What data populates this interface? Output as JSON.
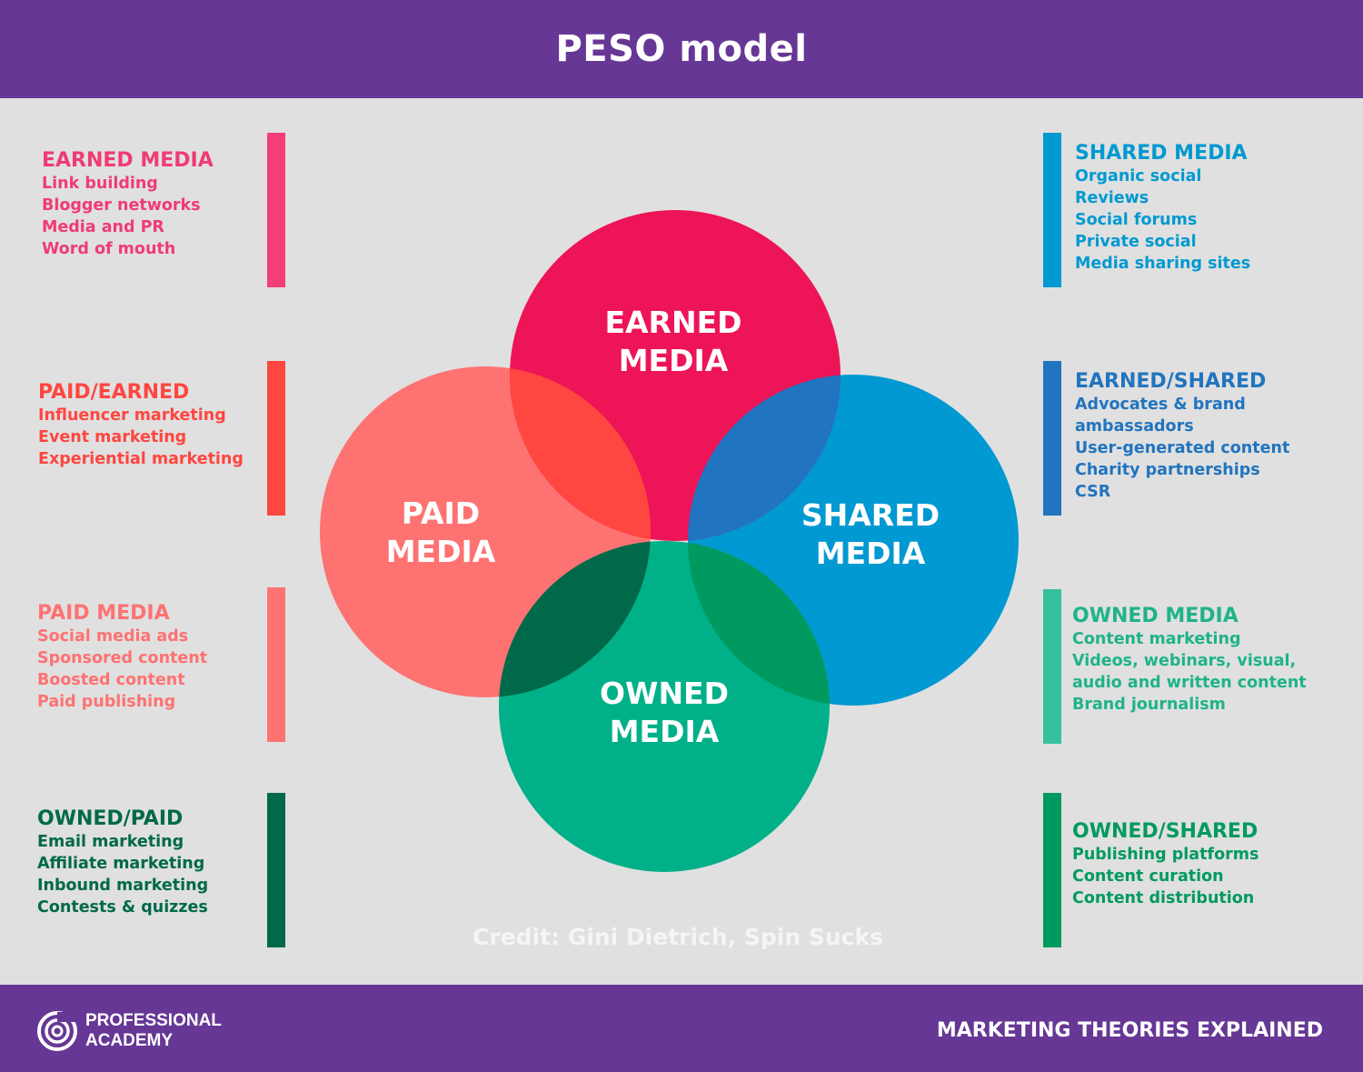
{
  "header": {
    "title": "PESO model"
  },
  "colors": {
    "purple": "#663795",
    "earned": "#ED1458",
    "paid": "#FE7272",
    "shared": "#0099D1",
    "owned": "#00B088",
    "paid_earned": "#FF4640",
    "earned_shared": "#2174BF",
    "owned_paid": "#00694A",
    "owned_shared": "#009A60",
    "owned_text": "#1FB389"
  },
  "venn": {
    "earned": [
      "EARNED",
      "MEDIA"
    ],
    "paid": [
      "PAID",
      "MEDIA"
    ],
    "shared": [
      "SHARED",
      "MEDIA"
    ],
    "owned": [
      "OWNED",
      "MEDIA"
    ]
  },
  "left": [
    {
      "title": "EARNED MEDIA",
      "items": [
        "Link building",
        "Blogger networks",
        "Media and PR",
        "Word of mouth"
      ]
    },
    {
      "title": "PAID/EARNED",
      "items": [
        "Influencer marketing",
        "Event marketing",
        "Experiential marketing"
      ]
    },
    {
      "title": "PAID MEDIA",
      "items": [
        "Social media ads",
        "Sponsored content",
        "Boosted content",
        "Paid publishing"
      ]
    },
    {
      "title": "OWNED/PAID",
      "items": [
        "Email marketing",
        "Affiliate marketing",
        "Inbound marketing",
        "Contests & quizzes"
      ]
    }
  ],
  "right": [
    {
      "title": "SHARED MEDIA",
      "items": [
        "Organic social",
        "Reviews",
        "Social forums",
        "Private social",
        "Media sharing sites"
      ]
    },
    {
      "title": "EARNED/SHARED",
      "items": [
        "Advocates & brand",
        "ambassadors",
        "User-generated content",
        "Charity partnerships",
        "CSR"
      ]
    },
    {
      "title": "OWNED MEDIA",
      "items": [
        "Content marketing",
        "Videos, webinars, visual,",
        "audio and written content",
        "Brand journalism"
      ]
    },
    {
      "title": "OWNED/SHARED",
      "items": [
        "Publishing platforms",
        "Content curation",
        "Content distribution"
      ]
    }
  ],
  "credit": "Credit: Gini Dietrich, Spin Sucks",
  "footer": {
    "logo_line1": "PROFESSIONAL",
    "logo_line2": "ACADEMY",
    "tagline": "MARKETING THEORIES EXPLAINED"
  }
}
